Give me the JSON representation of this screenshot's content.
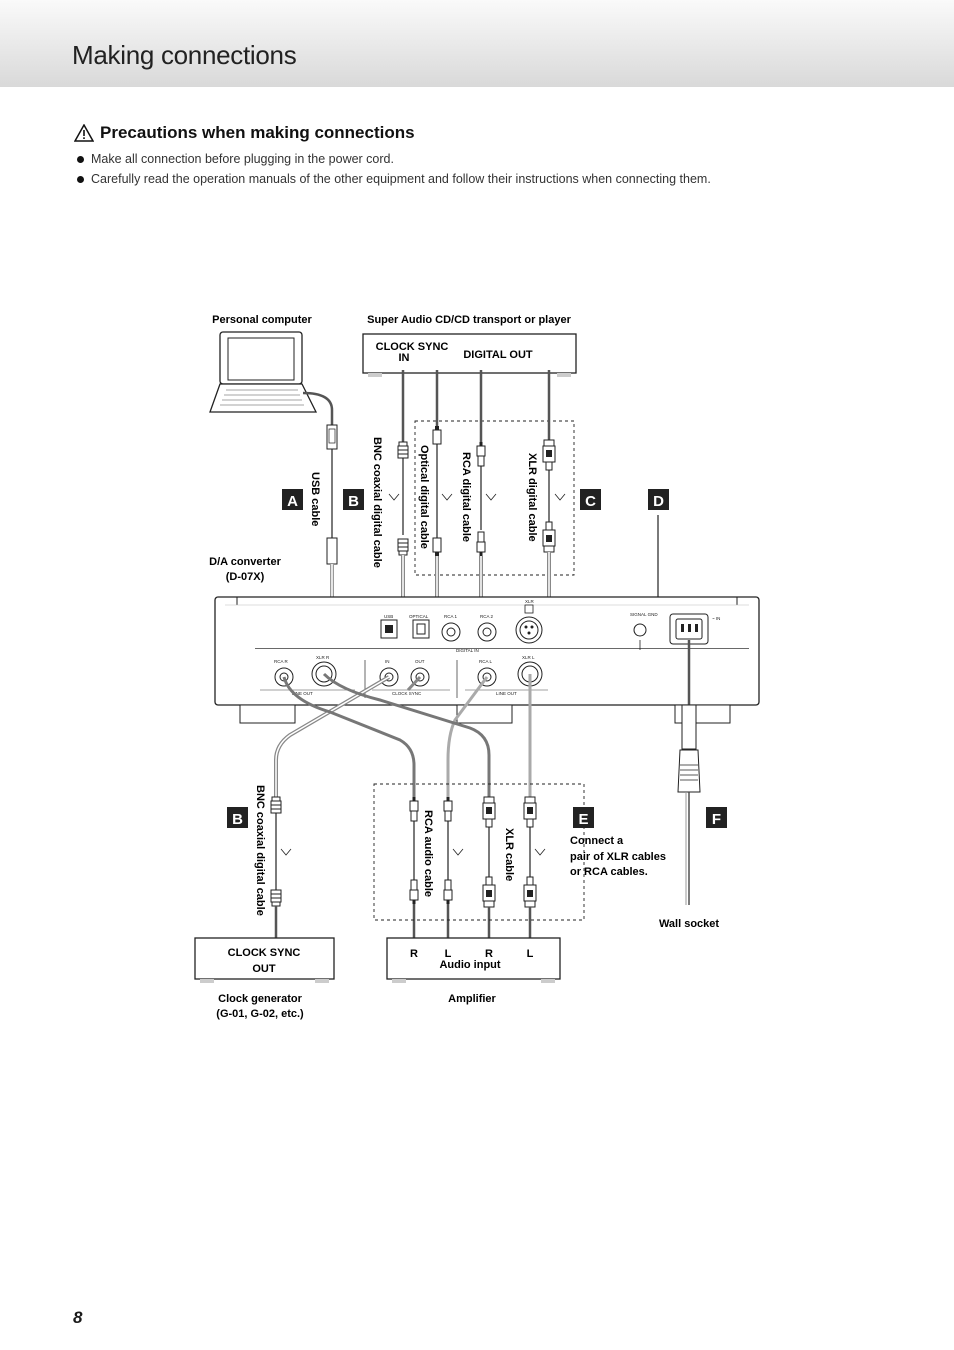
{
  "page": {
    "title": "Making connections",
    "number": "8"
  },
  "precautions": {
    "heading": "Precautions when making connections",
    "items": [
      "Make all connection before plugging in the power cord.",
      "Carefully read the operation manuals of the other equipment and follow their instructions when connecting them."
    ]
  },
  "diagram": {
    "devices": {
      "computer": "Personal computer",
      "transport": "Super Audio CD/CD transport or player",
      "converter_line1": "D/A converter",
      "converter_line2": "(D-07X)",
      "clock_gen_line1": "Clock generator",
      "clock_gen_line2": "(G-01, G-02, etc.)",
      "amplifier": "Amplifier",
      "wall_socket": "Wall socket"
    },
    "transport_labels": {
      "clock_sync_in_1": "CLOCK SYNC",
      "clock_sync_in_2": "IN",
      "digital_out": "DIGITAL OUT"
    },
    "clock_box_labels": {
      "line1": "CLOCK SYNC",
      "line2": "OUT"
    },
    "amp_labels": {
      "r1": "R",
      "l1": "L",
      "r2": "R",
      "l2": "L",
      "audio_input": "Audio input"
    },
    "cables": {
      "usb": "USB cable",
      "bnc_top": "BNC coaxial digital cable",
      "optical": "Optical digital cable",
      "rca_digital": "RCA digital cable",
      "xlr_digital": "XLR digital cable",
      "bnc_bottom": "BNC coaxial digital cable",
      "rca_audio": "RCA audio cable",
      "xlr_audio": "XLR cable"
    },
    "markers": {
      "a": "A",
      "b_top": "B",
      "c": "C",
      "d": "D",
      "b_bottom": "B",
      "e": "E",
      "f": "F"
    },
    "note": {
      "line1": "Connect a",
      "line2": "pair of XLR cables",
      "line3": "or RCA cables."
    },
    "panel_labels": {
      "usb": "USB",
      "optical": "OPTICAL",
      "rca1": "RCA 1",
      "rca2": "RCA 2",
      "xlr": "XLR",
      "digital_in": "DIGITAL IN",
      "signal_gnd": "SIGNAL GND",
      "ac_in": "~ IN",
      "rca_r": "RCA R",
      "xlr_r": "XLR R",
      "in": "IN",
      "out": "OUT",
      "rca_l": "RCA L",
      "xlr_l": "XLR L",
      "line_out_1": "LINE OUT",
      "clock_sync": "CLOCK SYNC",
      "line_out_2": "LINE OUT"
    }
  }
}
